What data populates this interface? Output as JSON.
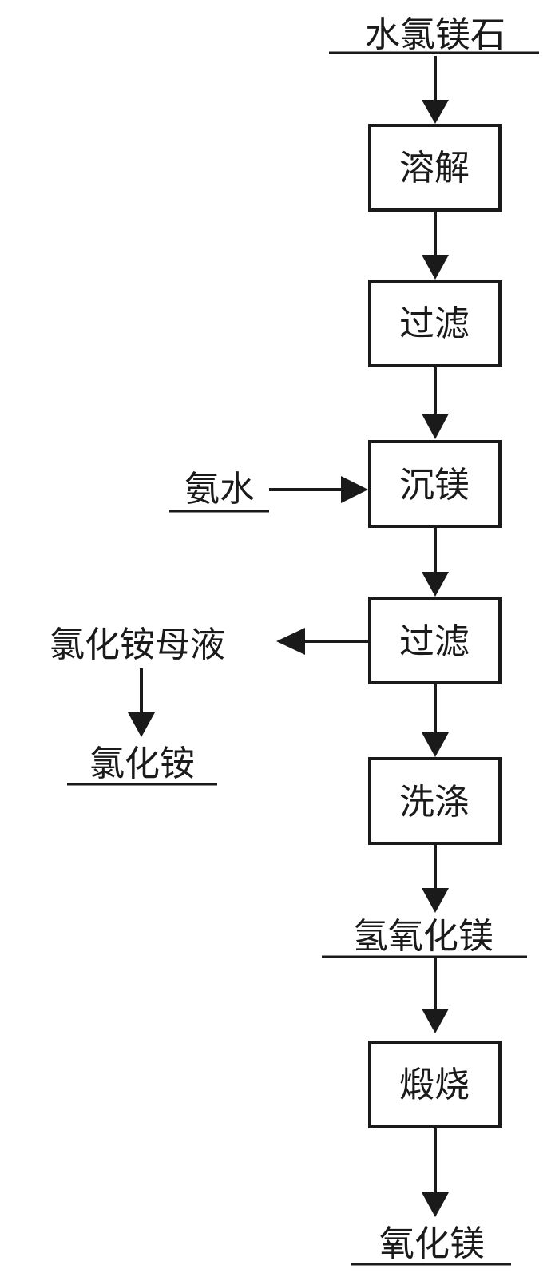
{
  "diagram": {
    "input": {
      "label": "水氯镁石"
    },
    "steps": [
      {
        "label": "溶解"
      },
      {
        "label": "过滤"
      },
      {
        "label": "沉镁"
      },
      {
        "label": "过滤"
      },
      {
        "label": "洗涤"
      },
      {
        "label": "煅烧"
      }
    ],
    "side_input": {
      "label": "氨水"
    },
    "side_output": {
      "label": "氯化铵母液"
    },
    "side_product": {
      "label": "氯化铵"
    },
    "intermediate": {
      "label": "氢氧化镁"
    },
    "final_product": {
      "label": "氧化镁"
    }
  }
}
